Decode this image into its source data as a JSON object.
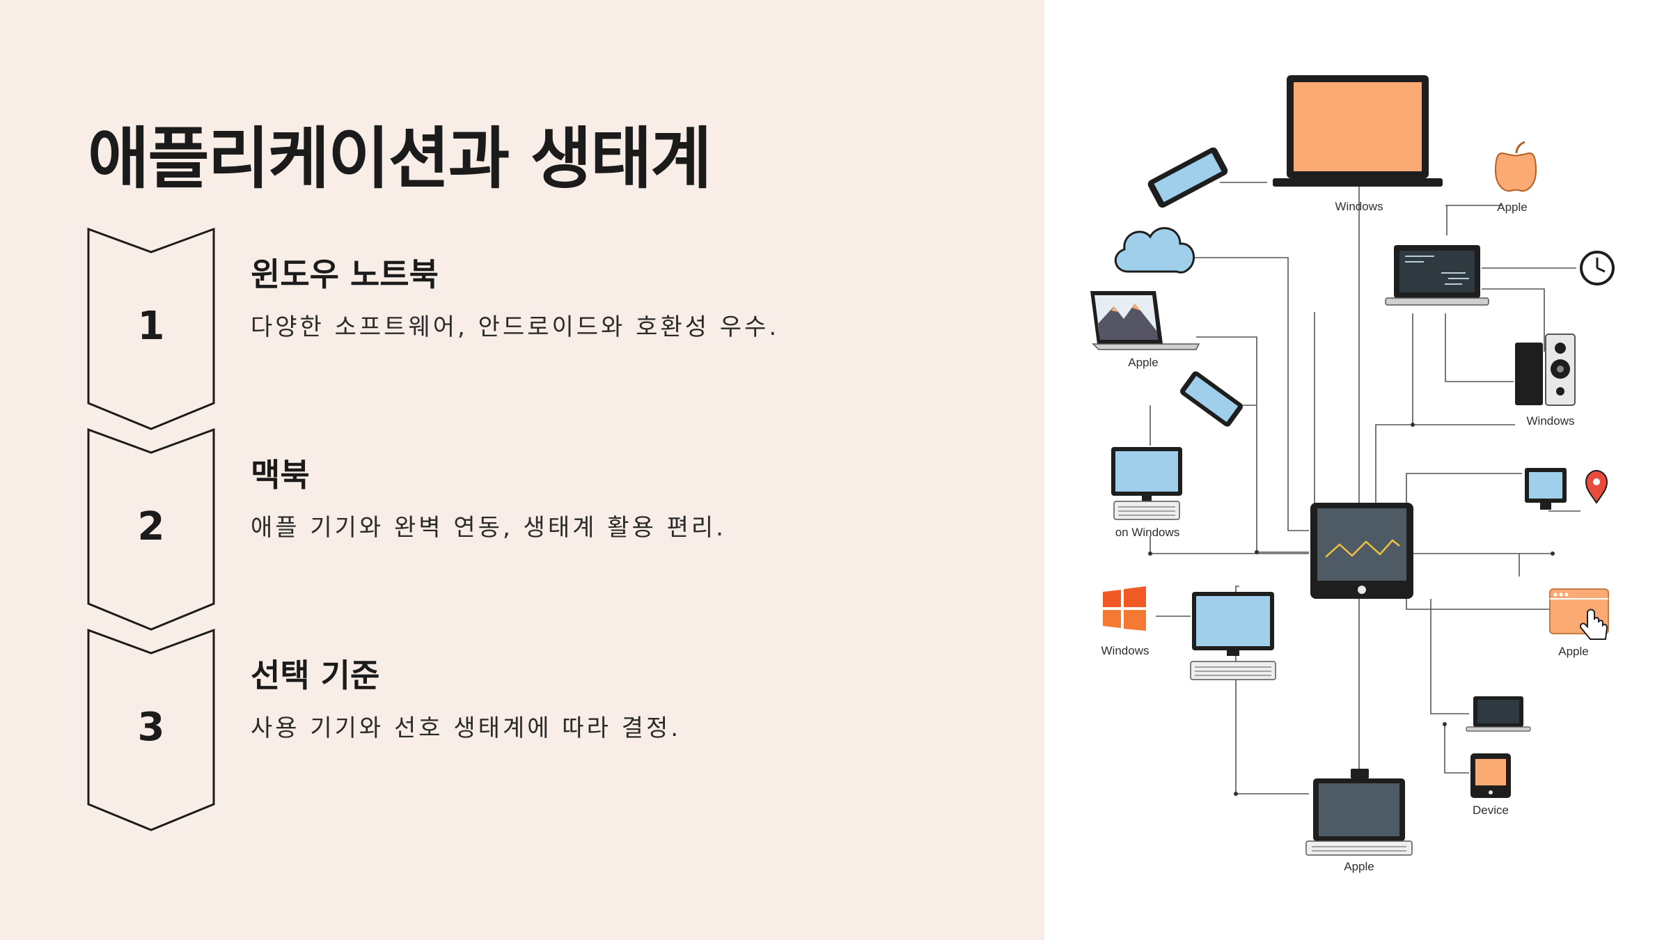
{
  "slide": {
    "title": "애플리케이션과 생태계",
    "steps": [
      {
        "number": "1",
        "heading": "윈도우 노트북",
        "description": "다양한 소프트웨어, 안드로이드와 호환성 우수."
      },
      {
        "number": "2",
        "heading": "맥북",
        "description": "애플 기기와 완벽 연동, 생태계 활용 편리."
      },
      {
        "number": "3",
        "heading": "선택 기준",
        "description": "사용 기기와 선호 생태계에 따라 결정."
      }
    ]
  },
  "diagram": {
    "labels": {
      "top_laptop": "Windows",
      "apple_logo": "Apple",
      "macbook": "Apple",
      "pc_speaker": "Windows",
      "desktop_monitor": "on Windows",
      "windows_logo": "Windows",
      "browser_window": "Apple",
      "device": "Device",
      "bottom_laptop": "Apple"
    },
    "colors": {
      "accent_orange": "#fbaa74",
      "screen_blue": "#9fcfea",
      "line_gray": "#555555",
      "dark_device": "#1e1e1e"
    }
  }
}
